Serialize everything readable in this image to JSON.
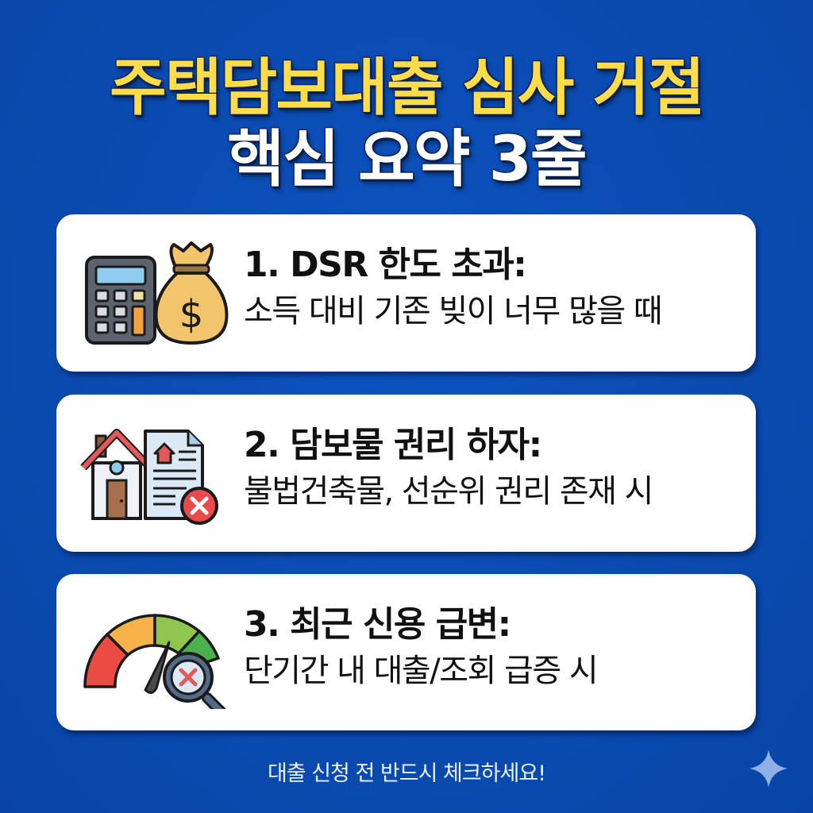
{
  "header": {
    "title_line1": "주택담보대출 심사 거절",
    "title_line2": "핵심 요약 3줄"
  },
  "cards": [
    {
      "heading": "1. DSR 한도 초과:",
      "description": "소득 대비 기존 빚이 너무 많을 때",
      "icon": "calculator-money-bag-icon"
    },
    {
      "heading": "2. 담보물 권리 하자:",
      "description": "불법건축물, 선순위 권리 존재 시",
      "icon": "house-document-reject-icon"
    },
    {
      "heading": "3. 최근 신용 급변:",
      "description": "단기간 내 대출/조회 급증 시",
      "icon": "credit-gauge-magnifier-icon"
    }
  ],
  "footer": {
    "text": "대출 신청 전 반드시 체크하세요!",
    "icon": "sparkle-icon"
  },
  "colors": {
    "background": "#0a4bb0",
    "title_yellow": "#fddc4c",
    "title_white": "#ffffff",
    "card_bg": "#ffffff",
    "text_dark": "#111111",
    "reject_red": "#e94b4b"
  }
}
